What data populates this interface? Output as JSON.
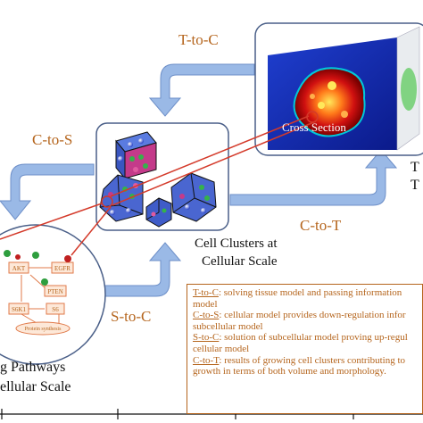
{
  "colors": {
    "arrow_fill": "#9ab9e6",
    "arrow_edge": "#6d8fc8",
    "label_orange": "#b5651d",
    "red_line": "#d43a2a",
    "box_border": "#4a5f88"
  },
  "arrows": {
    "t_to_c": "T-to-C",
    "c_to_s": "C-to-S",
    "s_to_c": "S-to-C",
    "c_to_t": "C-to-T"
  },
  "tissue": {
    "cross_section_label": "Cross Section",
    "caption_partial_1": "T",
    "caption_partial_2": "T"
  },
  "cellular": {
    "caption_line1": "Cell Clusters at",
    "caption_line2": "Cellular Scale"
  },
  "subcellular": {
    "caption_line1": "g Pathways",
    "caption_line2": "ellular Scale",
    "nodes": [
      "AKT",
      "EGFR",
      "PTEN",
      "S6K1",
      "S6",
      "Protein synthesis"
    ]
  },
  "legend": {
    "items": [
      {
        "key": "T-to-C",
        "text": ": solving tissue model and passing information"
      },
      {
        "key": "",
        "text": "model"
      },
      {
        "key": "C-to-S",
        "text": ": cellular model provides down-regulation infor"
      },
      {
        "key": "",
        "text": "subcellular model"
      },
      {
        "key": "S-to-C",
        "text": ": solution of subcellular model proving up-regul"
      },
      {
        "key": "",
        "text": "cellular model"
      },
      {
        "key": "C-to-T",
        "text": ": results of growing cell clusters contributing to"
      },
      {
        "key": "",
        "text": "growth in terms of both volume and morphology."
      }
    ]
  }
}
